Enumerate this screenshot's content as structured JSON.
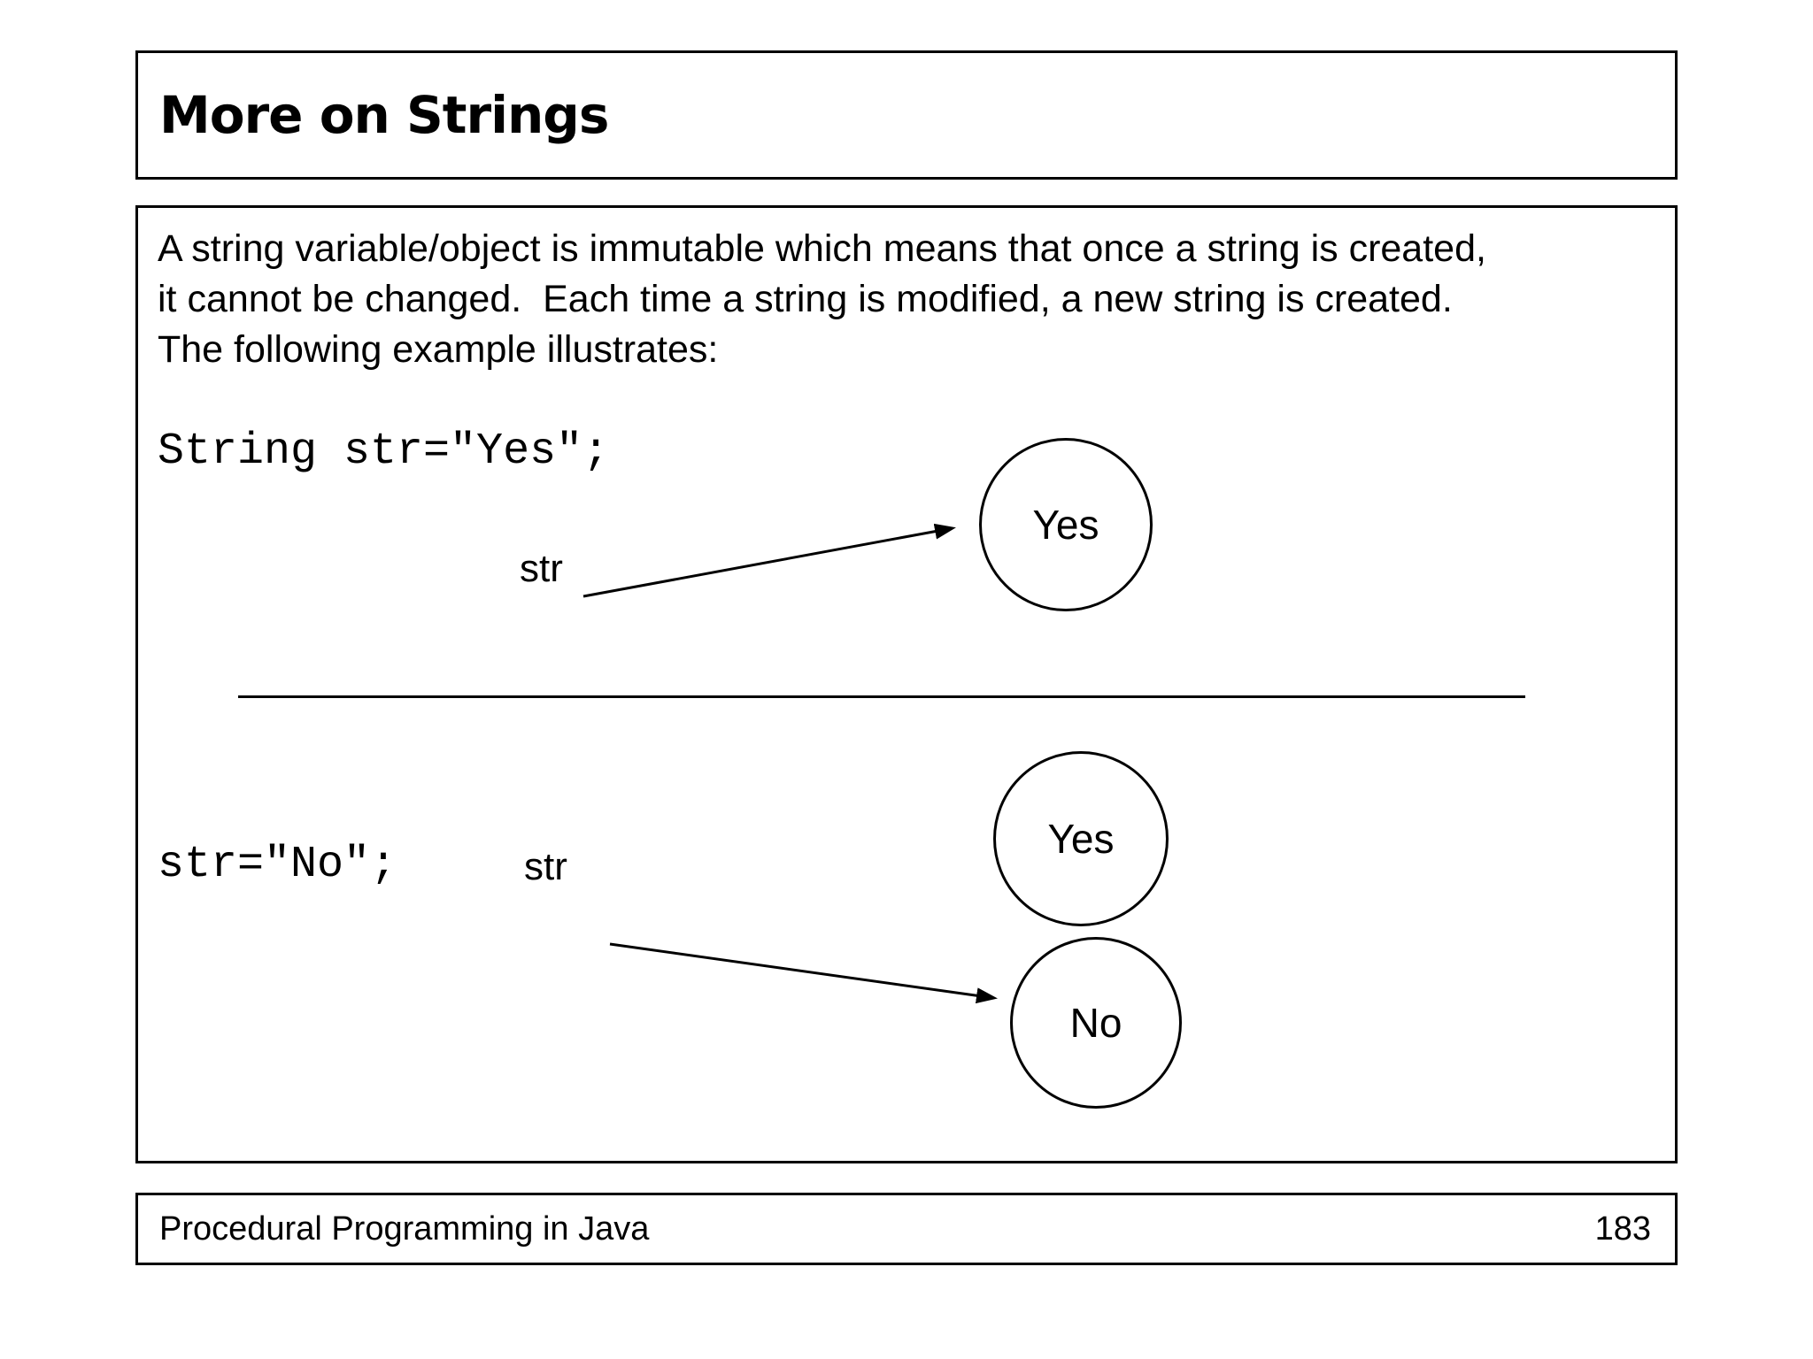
{
  "slide": {
    "title": "More on Strings",
    "footer": "Procedural Programming in Java",
    "page_number": "183"
  },
  "content": {
    "paragraph_lines": [
      "A string variable/object is immutable which means that once a string is created,",
      "it cannot be changed.  Each time a string is modified, a new string is created.",
      "The following example illustrates:"
    ],
    "code_line_1": "String str=\"Yes\";",
    "code_line_2": "str=\"No\";",
    "diagram": {
      "pointer_label_1": "str",
      "pointer_label_2": "str",
      "circle_top": "Yes",
      "circle_middle": "Yes",
      "circle_bottom": "No"
    }
  },
  "colors": {
    "ink": "#000000",
    "background": "#ffffff"
  }
}
